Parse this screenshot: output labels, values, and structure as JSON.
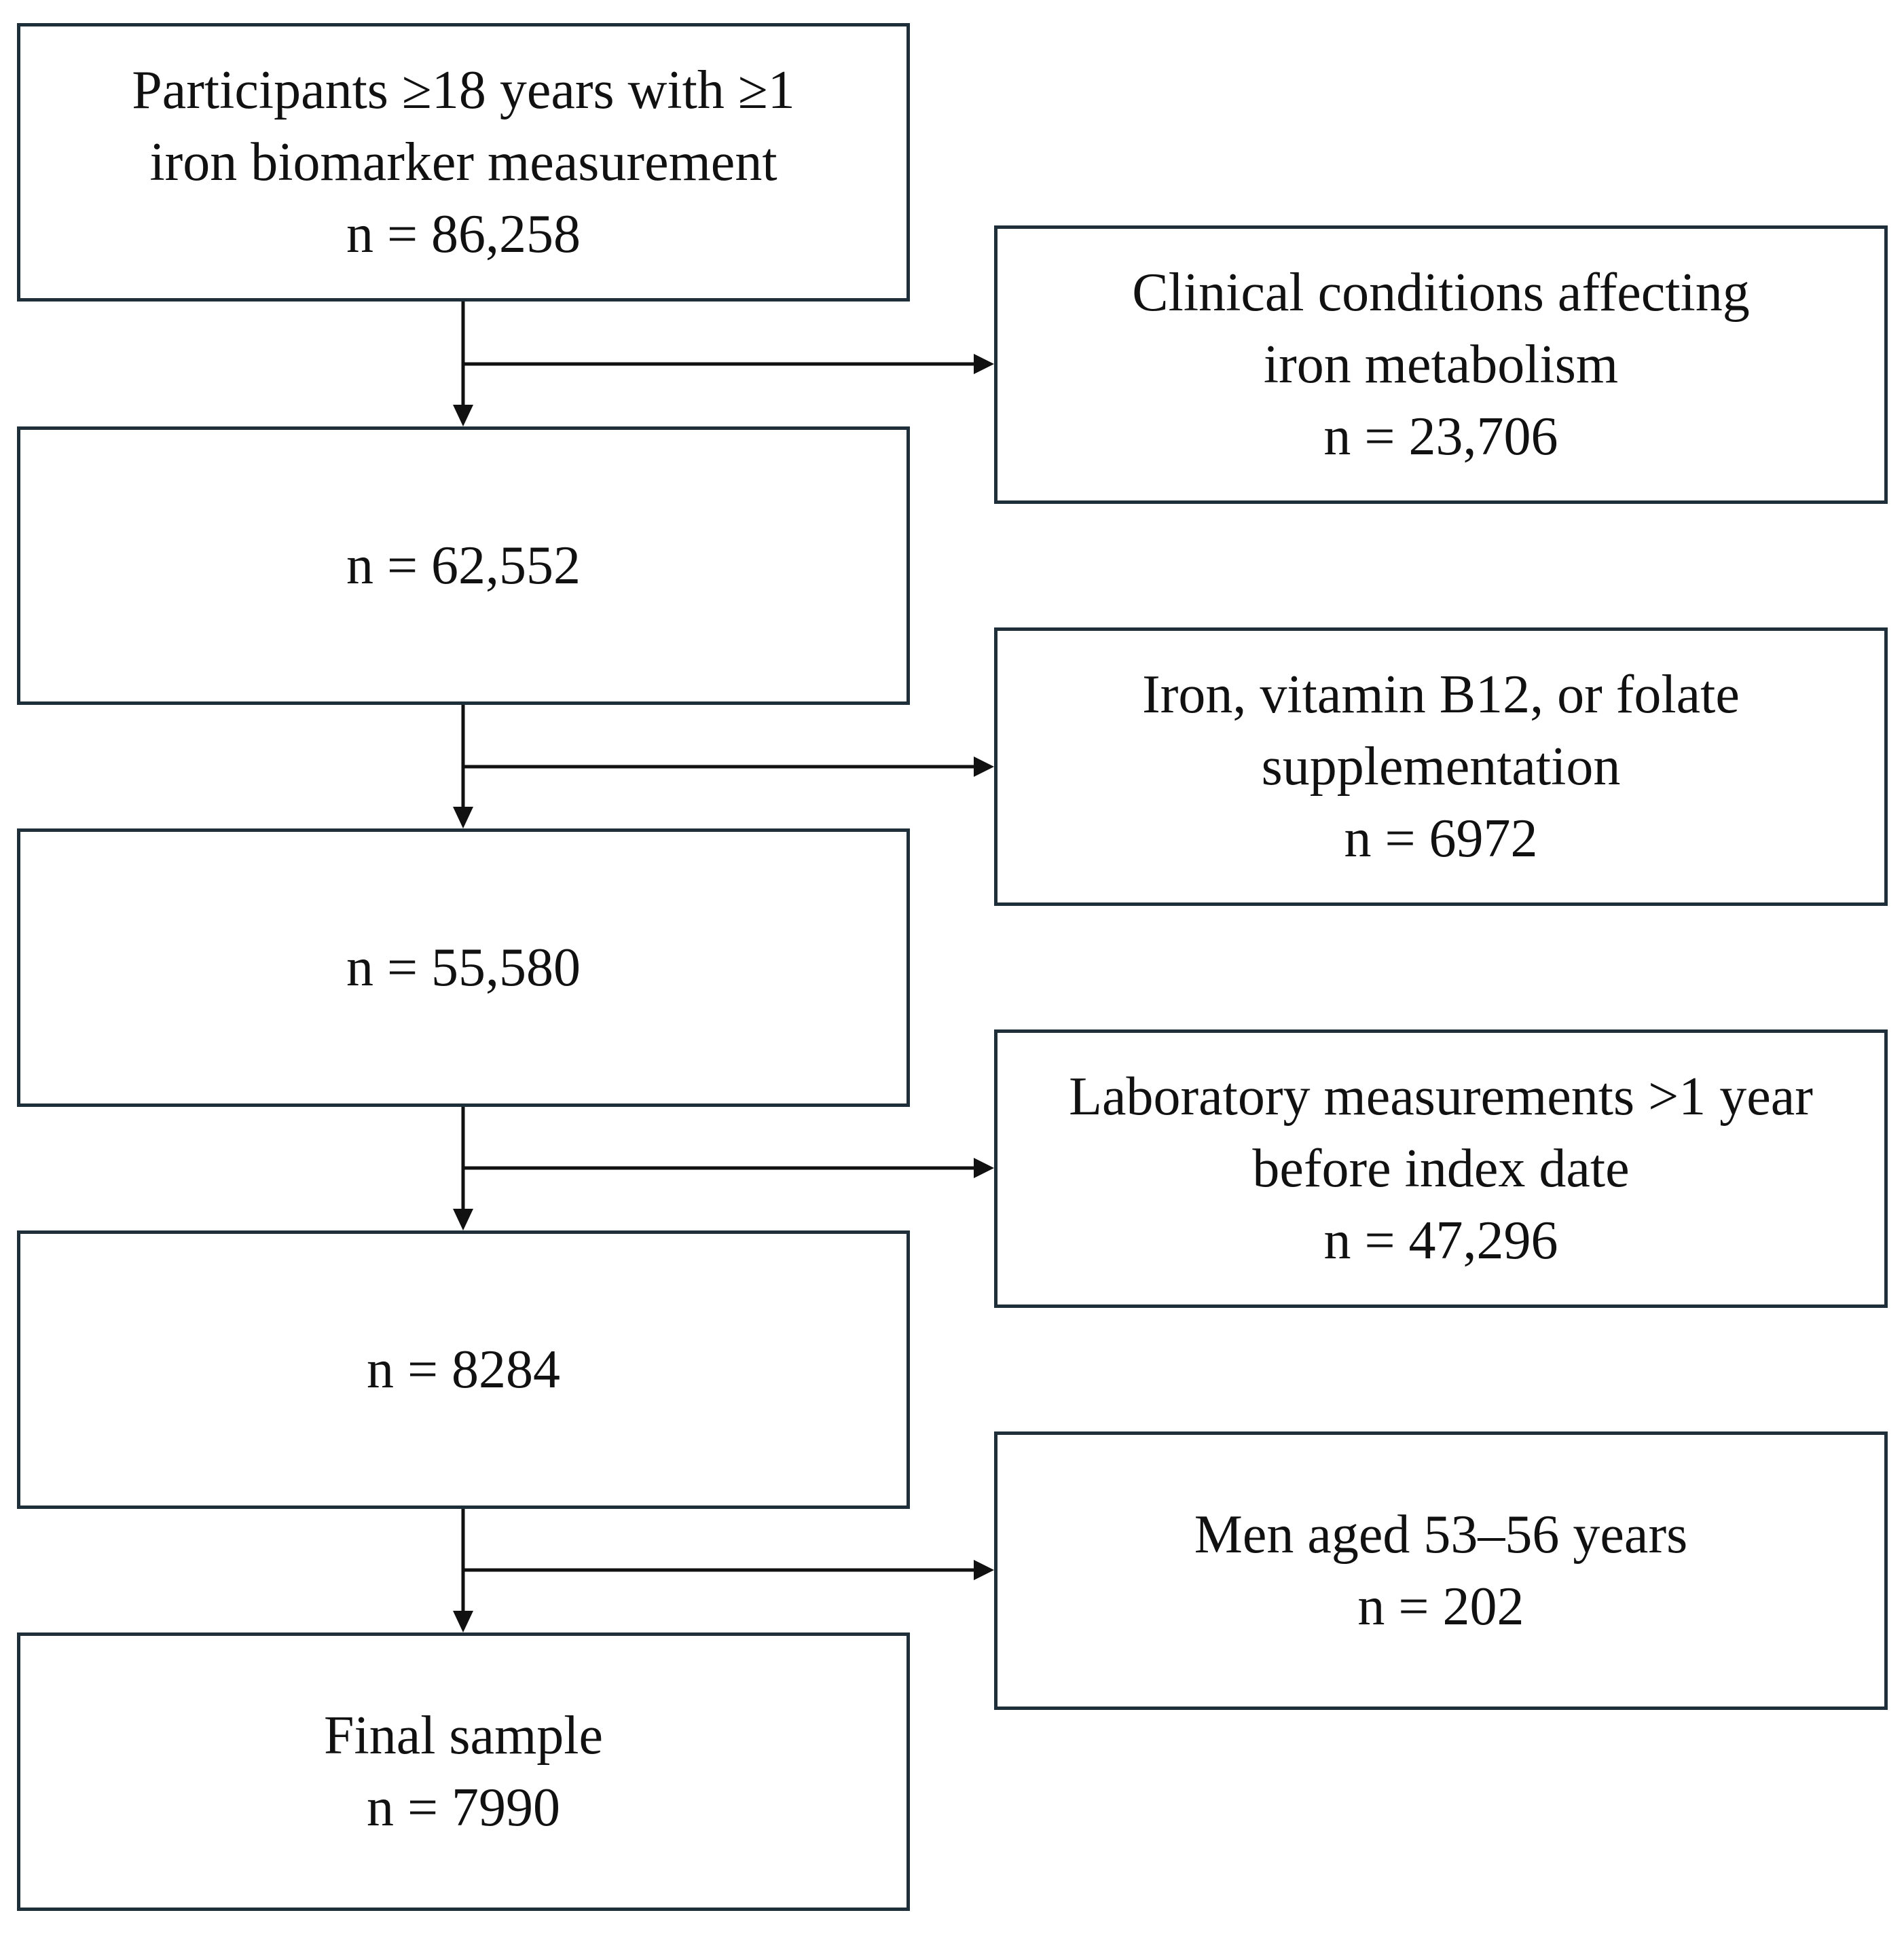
{
  "flow": {
    "steps": [
      {
        "lines": [
          "Participants ≥18 years with ≥1",
          "iron biomarker measurement",
          "n = 86,258"
        ]
      },
      {
        "lines": [
          "n = 62,552"
        ]
      },
      {
        "lines": [
          "n = 55,580"
        ]
      },
      {
        "lines": [
          "n = 8284"
        ]
      },
      {
        "lines": [
          "Final sample",
          "n = 7990"
        ]
      }
    ],
    "exclusions": [
      {
        "lines": [
          "Clinical conditions affecting",
          "iron metabolism",
          "n = 23,706"
        ]
      },
      {
        "lines": [
          "Iron, vitamin B12, or folate",
          "supplementation",
          "n = 6972"
        ]
      },
      {
        "lines": [
          "Laboratory measurements >1 year",
          "before index date",
          "n = 47,296"
        ]
      },
      {
        "lines": [
          "Men aged 53–56 years",
          "n = 202"
        ]
      }
    ]
  },
  "colors": {
    "box_border": "#1f2f3a",
    "arrow": "#111111",
    "text": "#111111",
    "background": "#ffffff"
  }
}
